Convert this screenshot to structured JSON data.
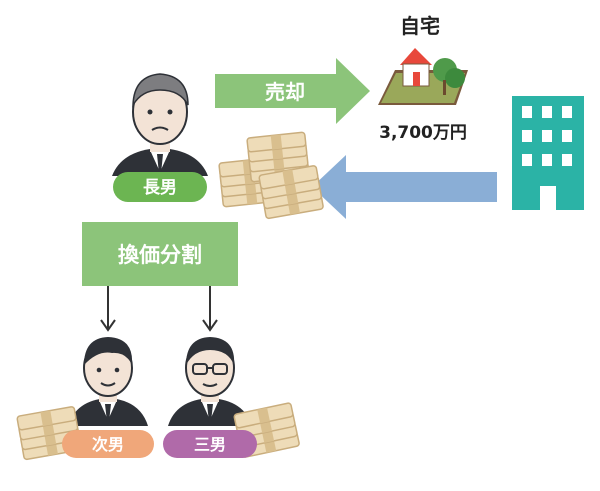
{
  "house": {
    "title": "自宅",
    "price": "3,700万円"
  },
  "arrow_sell": {
    "label": "売却"
  },
  "eldest": {
    "label": "長男"
  },
  "split_box": {
    "label": "換価分割"
  },
  "second": {
    "label": "次男"
  },
  "third": {
    "label": "三男"
  },
  "colors": {
    "green_arrow": "#8cc47a",
    "green_box": "#8cc47a",
    "blue_arrow": "#8aaed6",
    "building": "#2bb3a6",
    "badge_green": "#6cb552",
    "badge_orange": "#f0a77a",
    "badge_purple": "#b06aa9",
    "money": "#e9d5b0",
    "money_dark": "#c9ad7d"
  }
}
